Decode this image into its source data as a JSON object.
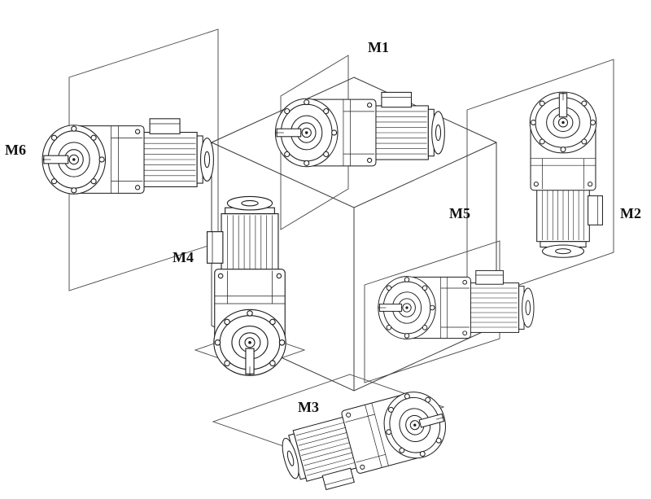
{
  "page": {
    "background_color": "#ffffff",
    "line_color": "#1c1c1c"
  },
  "diagram": {
    "kind": "technical-line-drawing",
    "labels": {
      "m1": "M1",
      "m2": "M2",
      "m3": "M3",
      "m4": "M4",
      "m5": "M5",
      "m6": "M6"
    }
  }
}
